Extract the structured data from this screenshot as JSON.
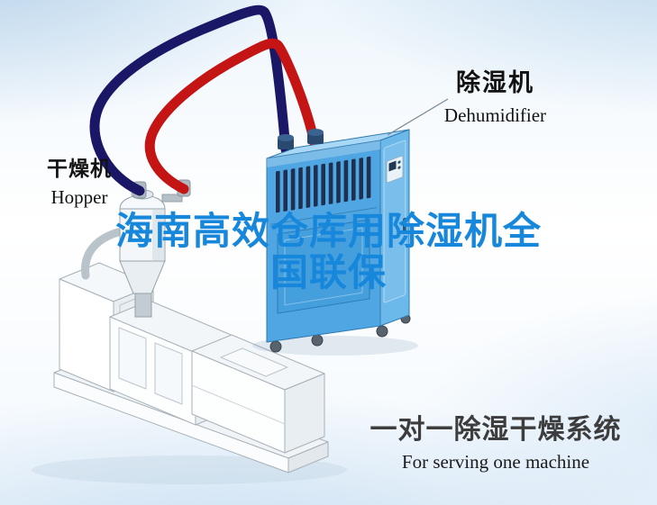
{
  "scene": {
    "title": {
      "line1": "海南高效仓库用除湿机全",
      "line2": "国联保"
    },
    "labels": {
      "dehumidifier_zh": "除湿机",
      "dehumidifier_en": "Dehumidifier",
      "hopper_zh": "干燥机",
      "hopper_en": "Hopper",
      "system_zh": "一对一除湿干燥系统",
      "system_en": "For serving one machine"
    },
    "colors": {
      "title_blue": "#1787dc",
      "system_text": "#3d3d3d",
      "label_text": "#121212",
      "pipe_red": "#c41414",
      "pipe_navy": "#1b1767",
      "machine_front": "#4fa6e2",
      "machine_side": "#6bb8ea",
      "machine_top": "#a8d8f5",
      "vent_dark": "#1e3050"
    },
    "illustrations": {
      "dehumidifier": "blue dehumidifier cabinet with vents, connectors and casters",
      "hopper": "gray hopper dryer on extruder feed throat",
      "extruder": "white isometric extrusion machine line drawing",
      "hoses": "red and navy flexible hoses linking dehumidifier to hopper"
    }
  }
}
